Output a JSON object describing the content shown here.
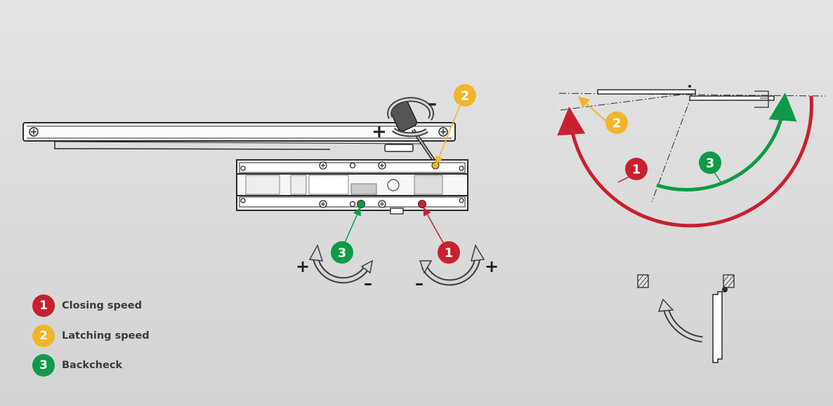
{
  "colors": {
    "closing": "#c8202f",
    "latching": "#f1b52a",
    "backcheck": "#0f9a47",
    "line": "#2a2a2a",
    "background": "#dcdcdc"
  },
  "markers": {
    "plus": "+",
    "minus": "–"
  },
  "legend": [
    {
      "num": "1",
      "label": "Closing speed",
      "color": "#c8202f"
    },
    {
      "num": "2",
      "label": "Latching speed",
      "color": "#f1b52a"
    },
    {
      "num": "3",
      "label": "Backcheck",
      "color": "#0f9a47"
    }
  ],
  "callouts": {
    "closing": "1",
    "latching": "2",
    "backcheck": "3"
  }
}
